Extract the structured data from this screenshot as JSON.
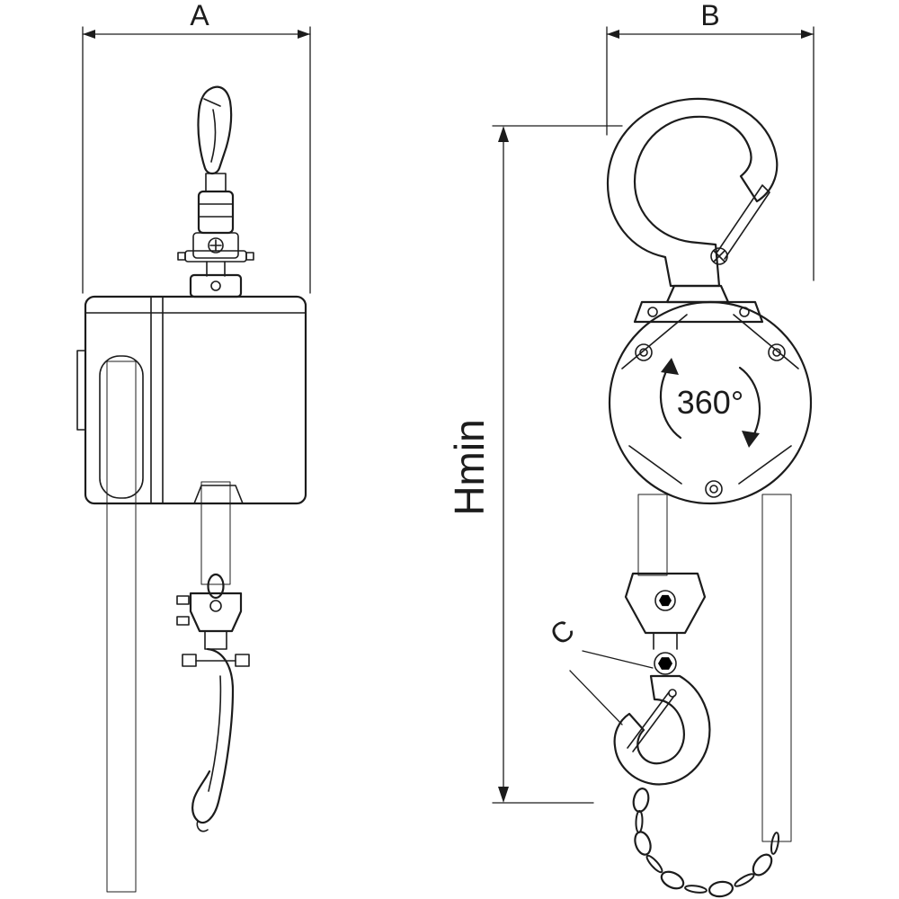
{
  "labels": {
    "dim_a": "A",
    "dim_b": "B",
    "dim_hmin": "Hmin",
    "dim_c": "C",
    "swivel_rotation": "360°"
  },
  "colors": {
    "line": "#1c1c1c",
    "background": "#ffffff"
  }
}
